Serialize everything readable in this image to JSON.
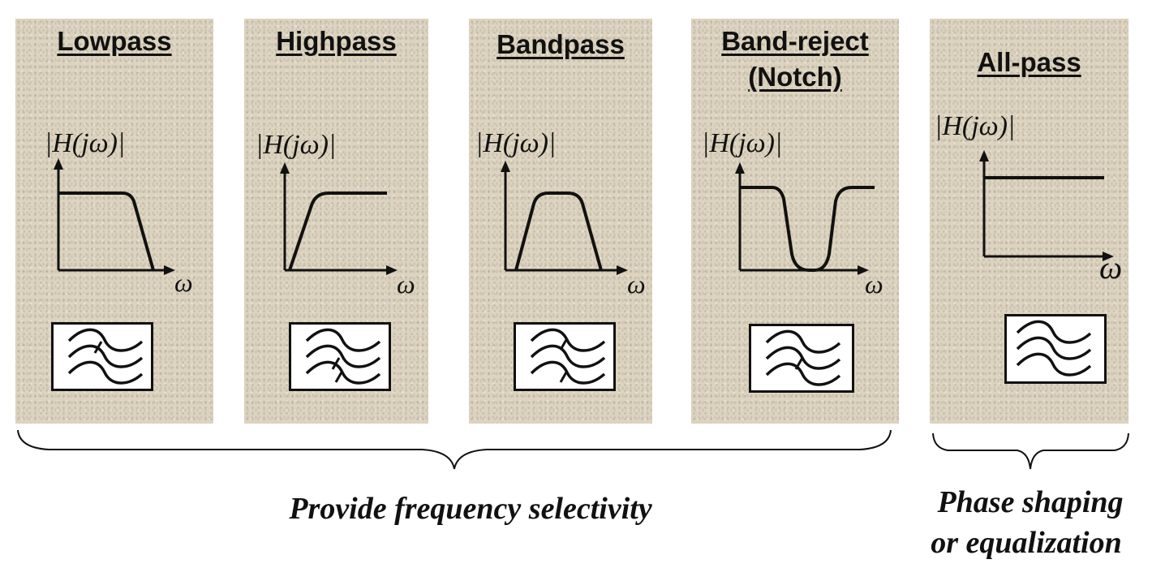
{
  "magnitude_label": "|H(jω)|",
  "freq_label": "ω",
  "panels": [
    {
      "title": "Lowpass",
      "symbol": "lowpass-symbol"
    },
    {
      "title": "Highpass",
      "symbol": "highpass-symbol"
    },
    {
      "title": "Bandpass",
      "symbol": "bandpass-symbol"
    },
    {
      "title_line1": "Band-reject",
      "title_line2": "(Notch)",
      "symbol": "bandreject-symbol"
    },
    {
      "title": "All-pass",
      "symbol": "allpass-symbol"
    }
  ],
  "groups": {
    "selective_label": "Provide frequency selectivity",
    "phase_label_line1": "Phase shaping",
    "phase_label_line2": "or equalization"
  },
  "colors": {
    "panel_background": "#dcd3c0",
    "ink": "#111111"
  }
}
